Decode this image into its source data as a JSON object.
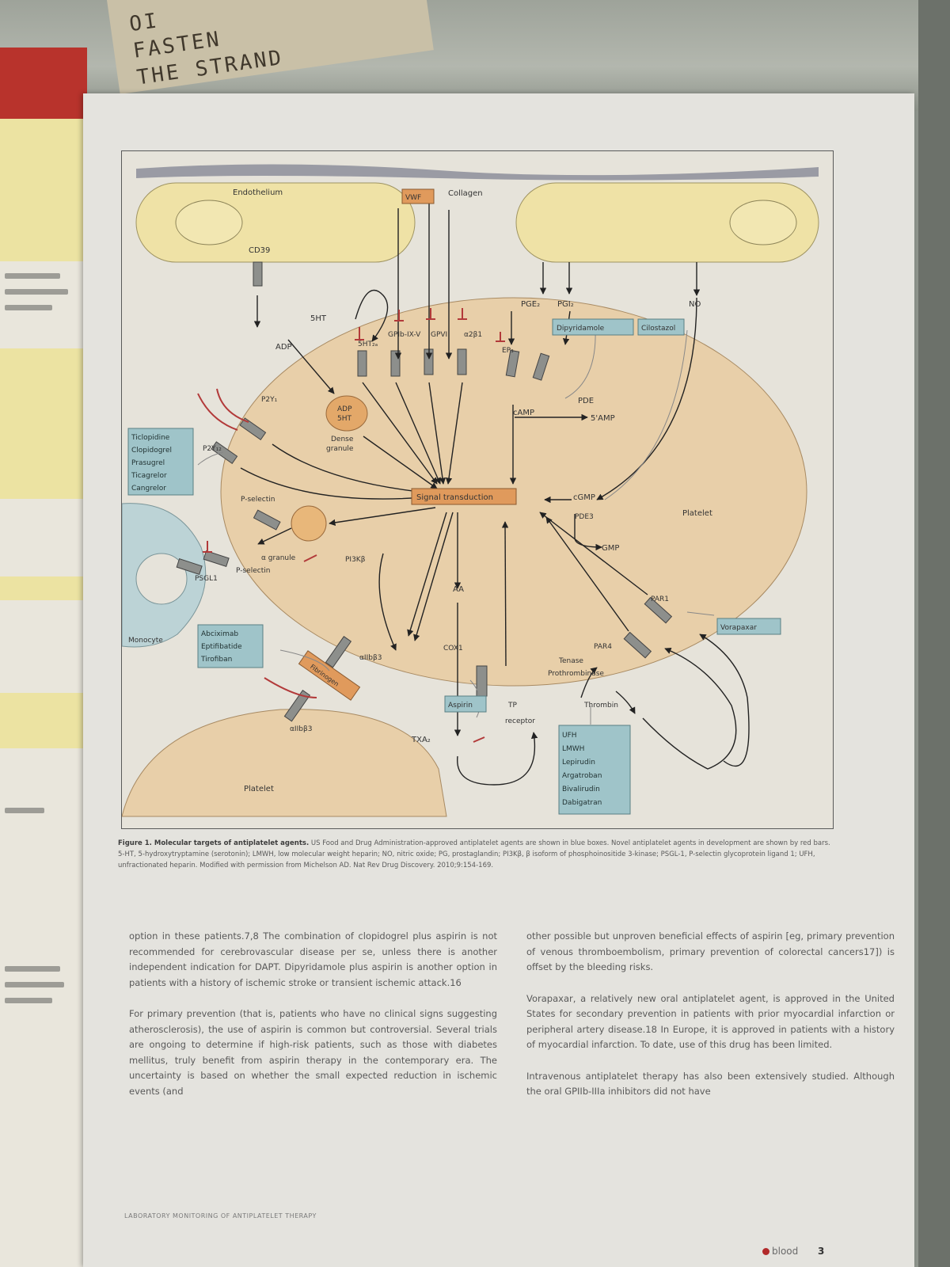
{
  "envelope": {
    "lines": [
      "OI",
      "FASTEN",
      "THE STRAND"
    ]
  },
  "figure": {
    "labels": {
      "endothelium": "Endothelium",
      "vwf": "VWF",
      "collagen": "Collagen",
      "cd39": "CD39",
      "ht5": "5HT",
      "pge2": "PGE₂",
      "pgi2": "PGI₂",
      "no": "NO",
      "dipyridamole": "Dipyridamole",
      "cilostazol": "Cilostazol",
      "adp": "ADP",
      "ht2a": "5HT₂ₐ",
      "gpib": "GPIb-IX-V",
      "gpvi": "GPVI",
      "a2b1": "α2β1",
      "ep3": "EP₃",
      "p2y1": "P2Y₁",
      "p2y12": "P2Y₁₂",
      "dense_adp": "ADP",
      "dense_5ht": "5HT",
      "dense_granule_1": "Dense",
      "dense_granule_2": "granule",
      "camp": "cAMP",
      "pde": "PDE",
      "amp5": "5'AMP",
      "signal": "Signal transduction",
      "cgmp": "cGMP",
      "pde3": "PDE3",
      "gmp": "GMP",
      "platelet": "Platelet",
      "pselectin_top": "P-selectin",
      "agranule": "α granule",
      "pselectin_bottom": "P-selectin",
      "psgl1": "PSGL1",
      "pi3k": "PI3Kβ",
      "aa": "AA",
      "par1": "PAR1",
      "par4": "PAR4",
      "monocyte": "Monocyte",
      "aiib_top": "αIIbβ3",
      "cox1": "COX1",
      "tenase": "Tenase",
      "prothrombinase": "Prothrombinase",
      "fibrinogen": "Fibrinogen",
      "aspirin": "Aspirin",
      "tp_receptor_1": "TP",
      "tp_receptor_2": "receptor",
      "thrombin": "Thrombin",
      "aiib_bottom": "αIIbβ3",
      "txa2": "TXA₂",
      "vorapaxar": "Vorapaxar",
      "platelet_bottom": "Platelet"
    },
    "drugs_p2y12": [
      "Ticlopidine",
      "Clopidogrel",
      "Prasugrel",
      "Ticagrelor",
      "Cangrelor"
    ],
    "drugs_gp": [
      "Abciximab",
      "Eptifibatide",
      "Tirofiban"
    ],
    "drugs_thrombin": [
      "UFH",
      "LMWH",
      "Lepirudin",
      "Argatroban",
      "Bivalirudin",
      "Dabigatran"
    ]
  },
  "caption": {
    "title": "Figure 1. Molecular targets of antiplatelet agents.",
    "text": "US Food and Drug Administration-approved antiplatelet agents are shown in blue boxes. Novel antiplatelet agents in development are shown by red bars. 5-HT, 5-hydroxytryptamine (serotonin); LMWH, low molecular weight heparin; NO, nitric oxide; PG, prostaglandin; PI3Kβ, β isoform of phosphoinositide 3-kinase; PSGL-1, P-selectin glycoprotein ligand 1; UFH, unfractionated heparin. Modified with permission from Michelson AD. Nat Rev Drug Discovery. 2010;9:154-169."
  },
  "body": {
    "col1": [
      "option in these patients.7,8 The combination of clopidogrel plus aspirin is not recommended for cerebrovascular disease per se, unless there is another independent indication for DAPT. Dipyridamole plus aspirin is another option in patients with a history of ischemic stroke or transient ischemic attack.16",
      "For primary prevention (that is, patients who have no clinical signs suggesting atherosclerosis), the use of aspirin is common but controversial. Several trials are ongoing to determine if high-risk patients, such as those with diabetes mellitus, truly benefit from aspirin therapy in the contemporary era. The uncertainty is based on whether the small expected reduction in ischemic events (and"
    ],
    "col2": [
      "other possible but unproven beneficial effects of aspirin [eg, primary prevention of venous thromboembolism, primary prevention of colorectal cancers17]) is offset by the bleeding risks.",
      "Vorapaxar, a relatively new oral antiplatelet agent, is approved in the United States for secondary prevention in patients with prior myocardial infarction or peripheral artery disease.18 In Europe, it is approved in patients with a history of myocardial infarction. To date, use of this drug has been limited.",
      "Intravenous antiplatelet therapy has also been extensively studied. Although the oral GPIIb-IIIa inhibitors did not have"
    ]
  },
  "footer": {
    "running_title": "LABORATORY MONITORING OF ANTIPLATELET THERAPY",
    "brand": "blood",
    "page_number": "3"
  },
  "colors": {
    "endothelium": "#efe2a6",
    "platelet": "#e8cfa9",
    "drug_box": "#9fc4c9",
    "signal_box": "#e09a5c",
    "monocyte": "#bcd3d6",
    "inhibitor_red": "#b23a3a"
  }
}
